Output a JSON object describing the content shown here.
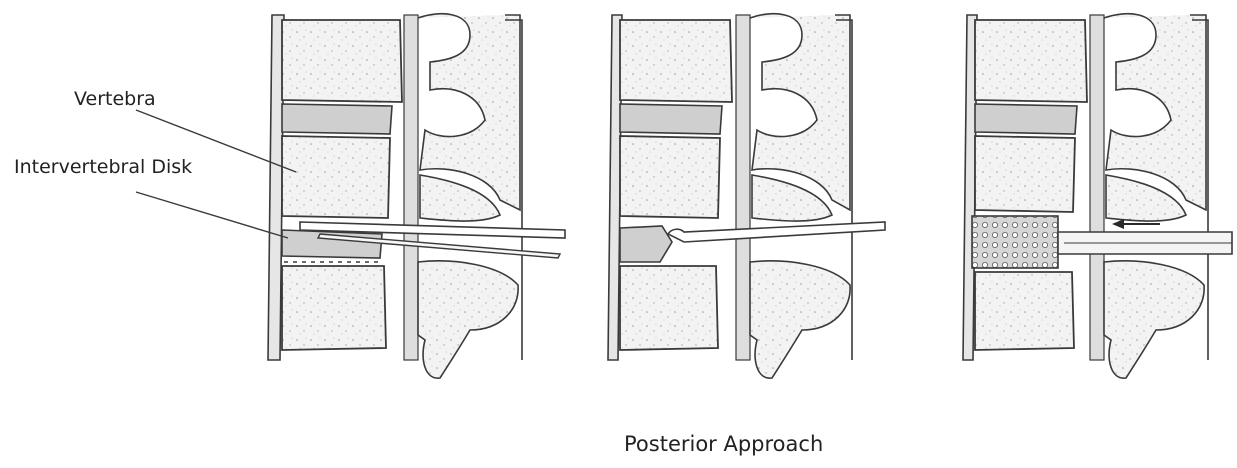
{
  "labels": {
    "vertebra": "Vertebra",
    "disk": "Intervertebral Disk",
    "caption": "Posterior Approach"
  },
  "colors": {
    "stroke": "#3a3a3a",
    "bone_fill": "#f1f1f1",
    "disk_fill": "#cfcfcf",
    "canal_fill": "#d9d9d9",
    "background": "#ffffff"
  }
}
